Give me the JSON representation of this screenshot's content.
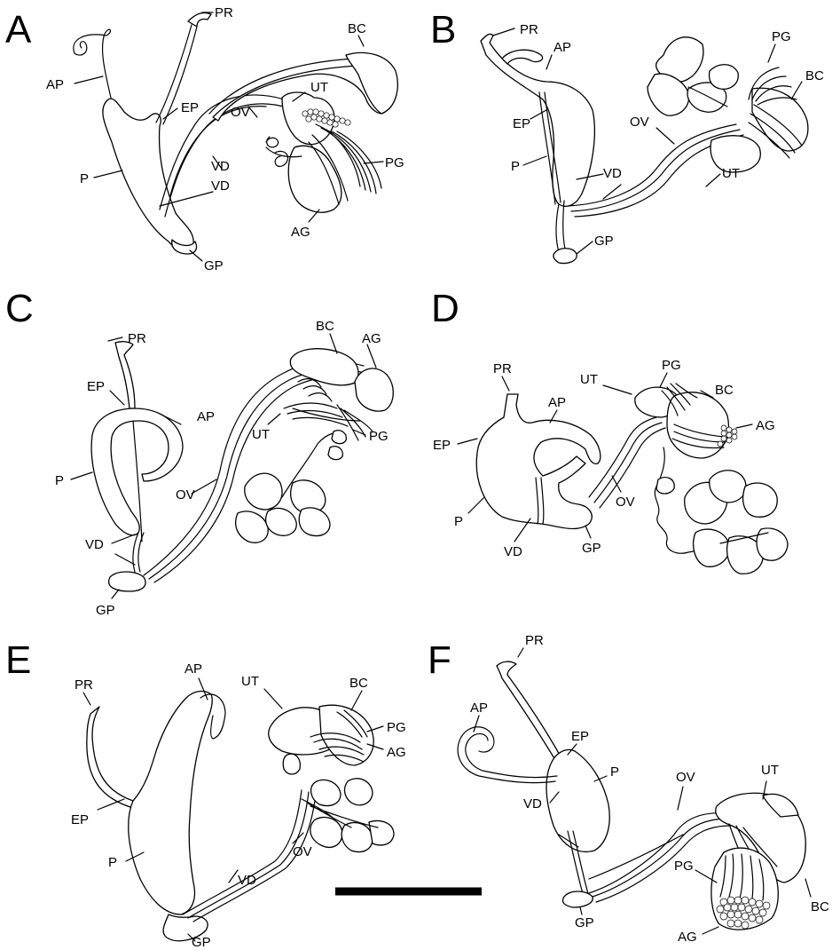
{
  "panels": {
    "A": {
      "letter": "A",
      "labels": {
        "PR": "PR",
        "AP": "AP",
        "EP": "EP",
        "P": "P",
        "BC": "BC",
        "UT": "UT",
        "OV": "OV",
        "VD": "VD",
        "PG": "PG",
        "AG": "AG",
        "GP": "GP"
      }
    },
    "B": {
      "letter": "B",
      "labels": {
        "PR": "PR",
        "AP": "AP",
        "EP": "EP",
        "P": "P",
        "PG": "PG",
        "BC": "BC",
        "OV": "OV",
        "VD": "VD",
        "UT": "UT",
        "GP": "GP"
      }
    },
    "C": {
      "letter": "C",
      "labels": {
        "PR": "PR",
        "EP": "EP",
        "AP": "AP",
        "P": "P",
        "BC": "BC",
        "AG": "AG",
        "UT": "UT",
        "PG": "PG",
        "OV": "OV",
        "VD": "VD",
        "GP": "GP"
      }
    },
    "D": {
      "letter": "D",
      "labels": {
        "PR": "PR",
        "AP": "AP",
        "UT": "UT",
        "PG": "PG",
        "BC": "BC",
        "EP": "EP",
        "AG": "AG",
        "P": "P",
        "OV": "OV",
        "VD": "VD",
        "GP": "GP"
      }
    },
    "E": {
      "letter": "E",
      "labels": {
        "PR": "PR",
        "AP": "AP",
        "UT": "UT",
        "BC": "BC",
        "PG": "PG",
        "AG": "AG",
        "EP": "EP",
        "P": "P",
        "OV": "OV",
        "VD": "VD",
        "GP": "GP"
      }
    },
    "F": {
      "letter": "F",
      "labels": {
        "PR": "PR",
        "AP": "AP",
        "EP": "EP",
        "P": "P",
        "OV": "OV",
        "UT": "UT",
        "VD": "VD",
        "PG": "PG",
        "BC": "BC",
        "AG": "AG",
        "GP": "GP"
      }
    }
  }
}
